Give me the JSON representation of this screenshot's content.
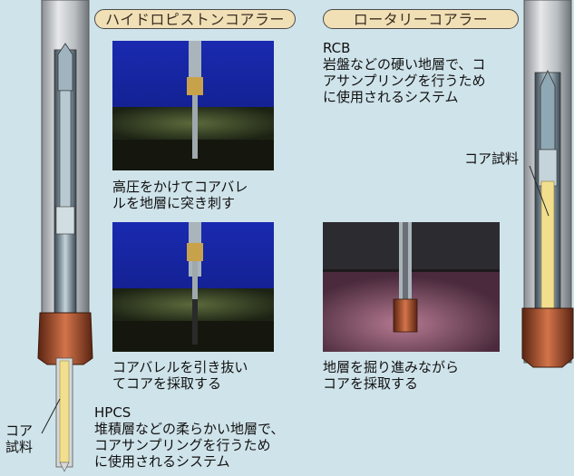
{
  "headings": {
    "hpc": "ハイドロピストンコアラー",
    "rotary": "ロータリーコアラー"
  },
  "rcb": {
    "title": "RCB",
    "lines": [
      "岩盤などの硬い地層で、コ",
      "アサンプリングを行うため",
      "に使用されるシステム"
    ]
  },
  "hpcs": {
    "title": "HPCS",
    "lines": [
      "堆積層などの柔らかい地層で、",
      "コアサンプリングを行うため",
      "に使用されるシステム"
    ]
  },
  "captions": {
    "step1": [
      "高圧をかけてコアバレ",
      "ルを地層に突き刺す"
    ],
    "step2": [
      "コアバレルを引き抜い",
      "てコアを採取する"
    ],
    "rotary_step": [
      "地層を掘り進みながら",
      "コアを採取する"
    ]
  },
  "core_sample_labels": {
    "left": [
      "コア",
      "試料"
    ],
    "right": "コア試料"
  },
  "colors": {
    "background": "#cfe3ea",
    "heading_fill": "#f1dfb6",
    "core_sample": "#f2df8e",
    "bit": "#b5542b",
    "sky_blue": "#1b2aa8"
  }
}
